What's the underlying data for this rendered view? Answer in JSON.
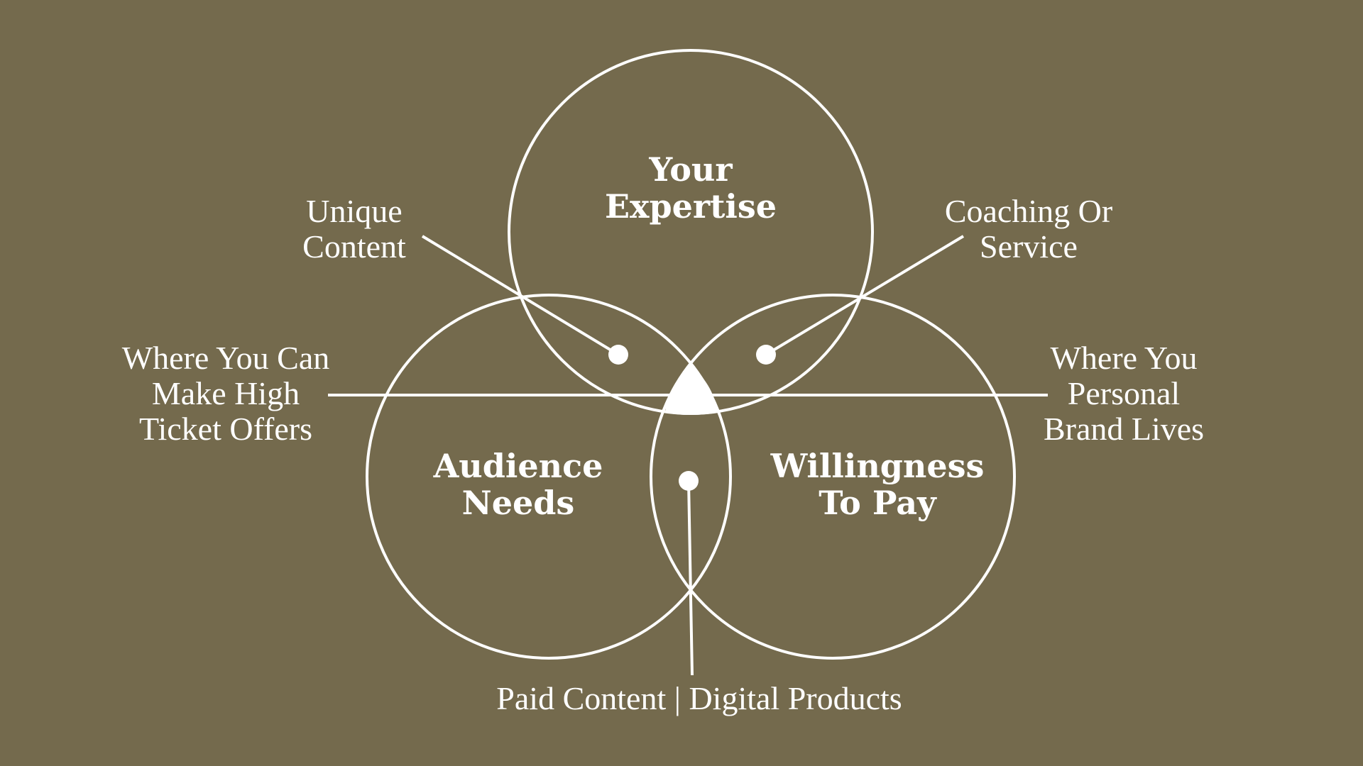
{
  "colors": {
    "background": "#746a4d",
    "stroke": "#ffffff",
    "text": "#ffffff"
  },
  "circles": {
    "expertise": {
      "line1": "Your",
      "line2": "Expertise"
    },
    "audience": {
      "line1": "Audience",
      "line2": "Needs"
    },
    "willingness": {
      "line1": "Willingness",
      "line2": "To Pay"
    }
  },
  "callouts": {
    "unique_content": {
      "line1": "Unique",
      "line2": "Content"
    },
    "coaching": {
      "line1": "Coaching Or",
      "line2": "Service"
    },
    "high_ticket": {
      "line1": "Where You Can",
      "line2": "Make High",
      "line3": "Ticket Offers"
    },
    "personal_brand": {
      "line1": "Where You",
      "line2": "Personal",
      "line3": "Brand Lives"
    },
    "paid_content": {
      "line1": "Paid Content | Digital Products"
    }
  }
}
